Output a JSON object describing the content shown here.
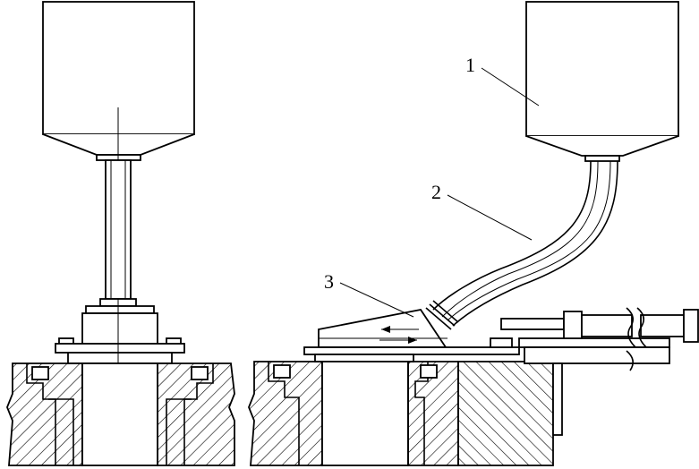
{
  "diagram": {
    "labels": [
      {
        "id": "1",
        "text": "1"
      },
      {
        "id": "2",
        "text": "2"
      },
      {
        "id": "3",
        "text": "3"
      }
    ],
    "colors": {
      "line": "#000000",
      "background": "#ffffff"
    }
  }
}
